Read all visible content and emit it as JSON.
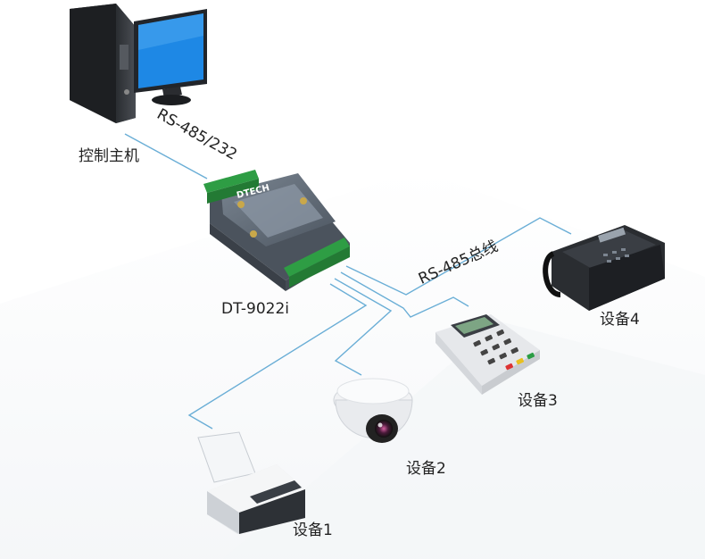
{
  "diagram": {
    "host_label": "控制主机",
    "link_host_label": "RS-485/232",
    "converter_label": "DT-9022i",
    "bus_label": "RS-485总线",
    "converter_brand": "DTECH",
    "devices": [
      {
        "label": "设备1",
        "kind": "printer-icon"
      },
      {
        "label": "设备2",
        "kind": "dome-camera-icon"
      },
      {
        "label": "设备3",
        "kind": "card-terminal-icon"
      },
      {
        "label": "设备4",
        "kind": "fax-machine-icon"
      }
    ]
  },
  "colors": {
    "wire": "#6aaed6",
    "monitor_screen": "#1e88e5",
    "converter_body": "#5a6470",
    "terminal_green": "#2e9d44"
  }
}
